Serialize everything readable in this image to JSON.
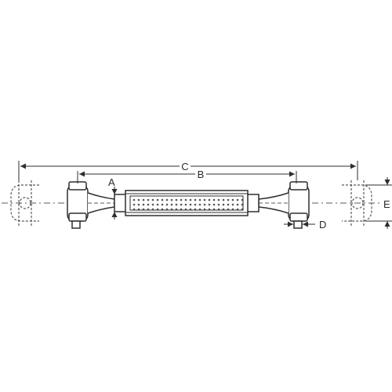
{
  "diagram": {
    "labels": {
      "c": "C",
      "b": "B",
      "a": "A",
      "d": "D",
      "e": "E"
    },
    "colors": {
      "line": "#2e2e2e",
      "hidden": "#5a5a5a",
      "background": "#ffffff"
    }
  }
}
